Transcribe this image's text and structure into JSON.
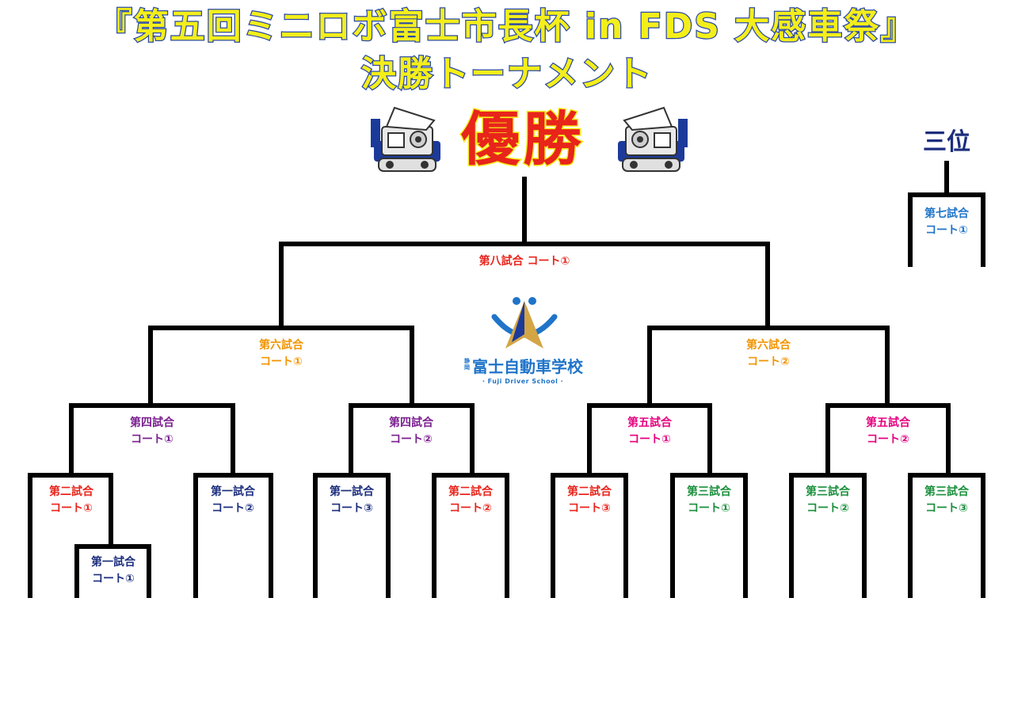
{
  "title": {
    "line1": "『第五回ミニロボ富士市長杯 in FDS 大感車祭』",
    "line2": "決勝トーナメント"
  },
  "champion_label": "優勝",
  "third_place_label": "三位",
  "logo": {
    "name": "富士自動車学校",
    "subtitle": "· Fuji Driver School ·",
    "prefix": "静岡"
  },
  "colors": {
    "bracket_line": "#000000",
    "red": "#e8241b",
    "orange": "#f29400",
    "purple": "#7a1e8f",
    "magenta": "#e5007f",
    "navy": "#1c2e7d",
    "blue": "#1f74c9",
    "green": "#1a8f3c"
  },
  "matches": {
    "final": {
      "line1": "第八試合 コート①",
      "color": "red"
    },
    "semi_left": {
      "line1": "第六試合",
      "line2": "コート①",
      "color": "orange"
    },
    "semi_right": {
      "line1": "第六試合",
      "line2": "コート②",
      "color": "orange"
    },
    "qf1": {
      "line1": "第四試合",
      "line2": "コート①",
      "color": "purple"
    },
    "qf2": {
      "line1": "第四試合",
      "line2": "コート②",
      "color": "purple"
    },
    "qf3": {
      "line1": "第五試合",
      "line2": "コート①",
      "color": "magenta"
    },
    "qf4": {
      "line1": "第五試合",
      "line2": "コート②",
      "color": "magenta"
    },
    "r1": {
      "line1": "第二試合",
      "line2": "コート①",
      "color": "red"
    },
    "r2": {
      "line1": "第一試合",
      "line2": "コート②",
      "color": "navy"
    },
    "r3": {
      "line1": "第一試合",
      "line2": "コート③",
      "color": "navy"
    },
    "r4": {
      "line1": "第二試合",
      "line2": "コート②",
      "color": "red"
    },
    "r5": {
      "line1": "第二試合",
      "line2": "コート③",
      "color": "red"
    },
    "r6": {
      "line1": "第三試合",
      "line2": "コート①",
      "color": "green"
    },
    "r7": {
      "line1": "第三試合",
      "line2": "コート②",
      "color": "green"
    },
    "r8": {
      "line1": "第三試合",
      "line2": "コート③",
      "color": "green"
    },
    "prelim": {
      "line1": "第一試合",
      "line2": "コート①",
      "color": "navy"
    },
    "third_place": {
      "line1": "第七試合",
      "line2": "コート①",
      "color": "blue"
    }
  }
}
